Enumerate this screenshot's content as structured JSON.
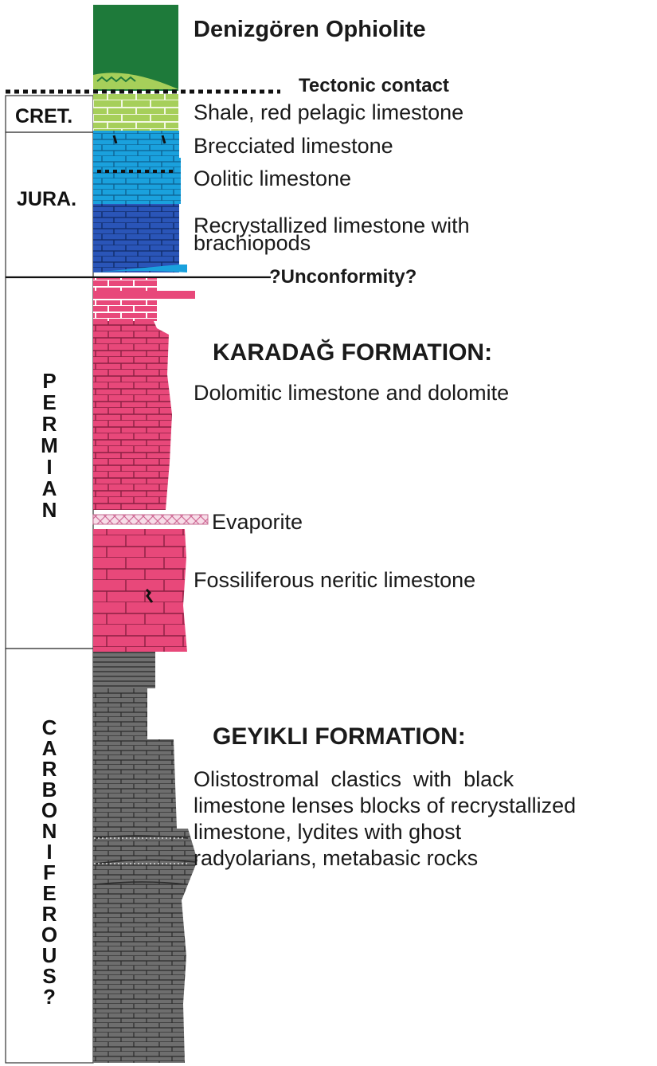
{
  "column": {
    "top_unit": "Denizgören Ophiolite",
    "contact": "Tectonic contact",
    "unconformity": "?Unconformity?",
    "colors": {
      "ophiolite": "#1e7a3a",
      "cret_limestone": "#a6cf5a",
      "jura_limestone": "#1aa1dd",
      "jura_dark": "#2a55b8",
      "permian": "#e8487a",
      "carboniferous": "#6e6e6e"
    }
  },
  "periods": {
    "cret": "CRET.",
    "jura": "JURA.",
    "permian": [
      "P",
      "E",
      "R",
      "M",
      "I",
      "A",
      "N"
    ],
    "carboniferous": [
      "C",
      "A",
      "R",
      "B",
      "O",
      "N",
      "I",
      "F",
      "E",
      "R",
      "O",
      "U",
      "S",
      "?"
    ]
  },
  "units": {
    "cret_desc": "Shale, red pelagic limestone",
    "brecciated": "Brecciated  limestone",
    "oolitic": "Oolitic limestone",
    "recrystallized_1": "Recrystallized limestone with",
    "recrystallized_2": "brachiopods",
    "karadag_title": "KARADAĞ FORMATION:",
    "karadag_desc": "Dolomitic limestone and dolomite",
    "evaporite": "Evaporite",
    "fossiliferous": "Fossiliferous neritic limestone",
    "geyikli_title": "GEYIKLI FORMATION:",
    "geyikli_desc_1": "Olistostromal  clastics  with  black",
    "geyikli_desc_2": "limestone lenses blocks of recrystallized",
    "geyikli_desc_3": "limestone, lydites with ghost",
    "geyikli_desc_4": "radyolarians, metabasic rocks"
  }
}
